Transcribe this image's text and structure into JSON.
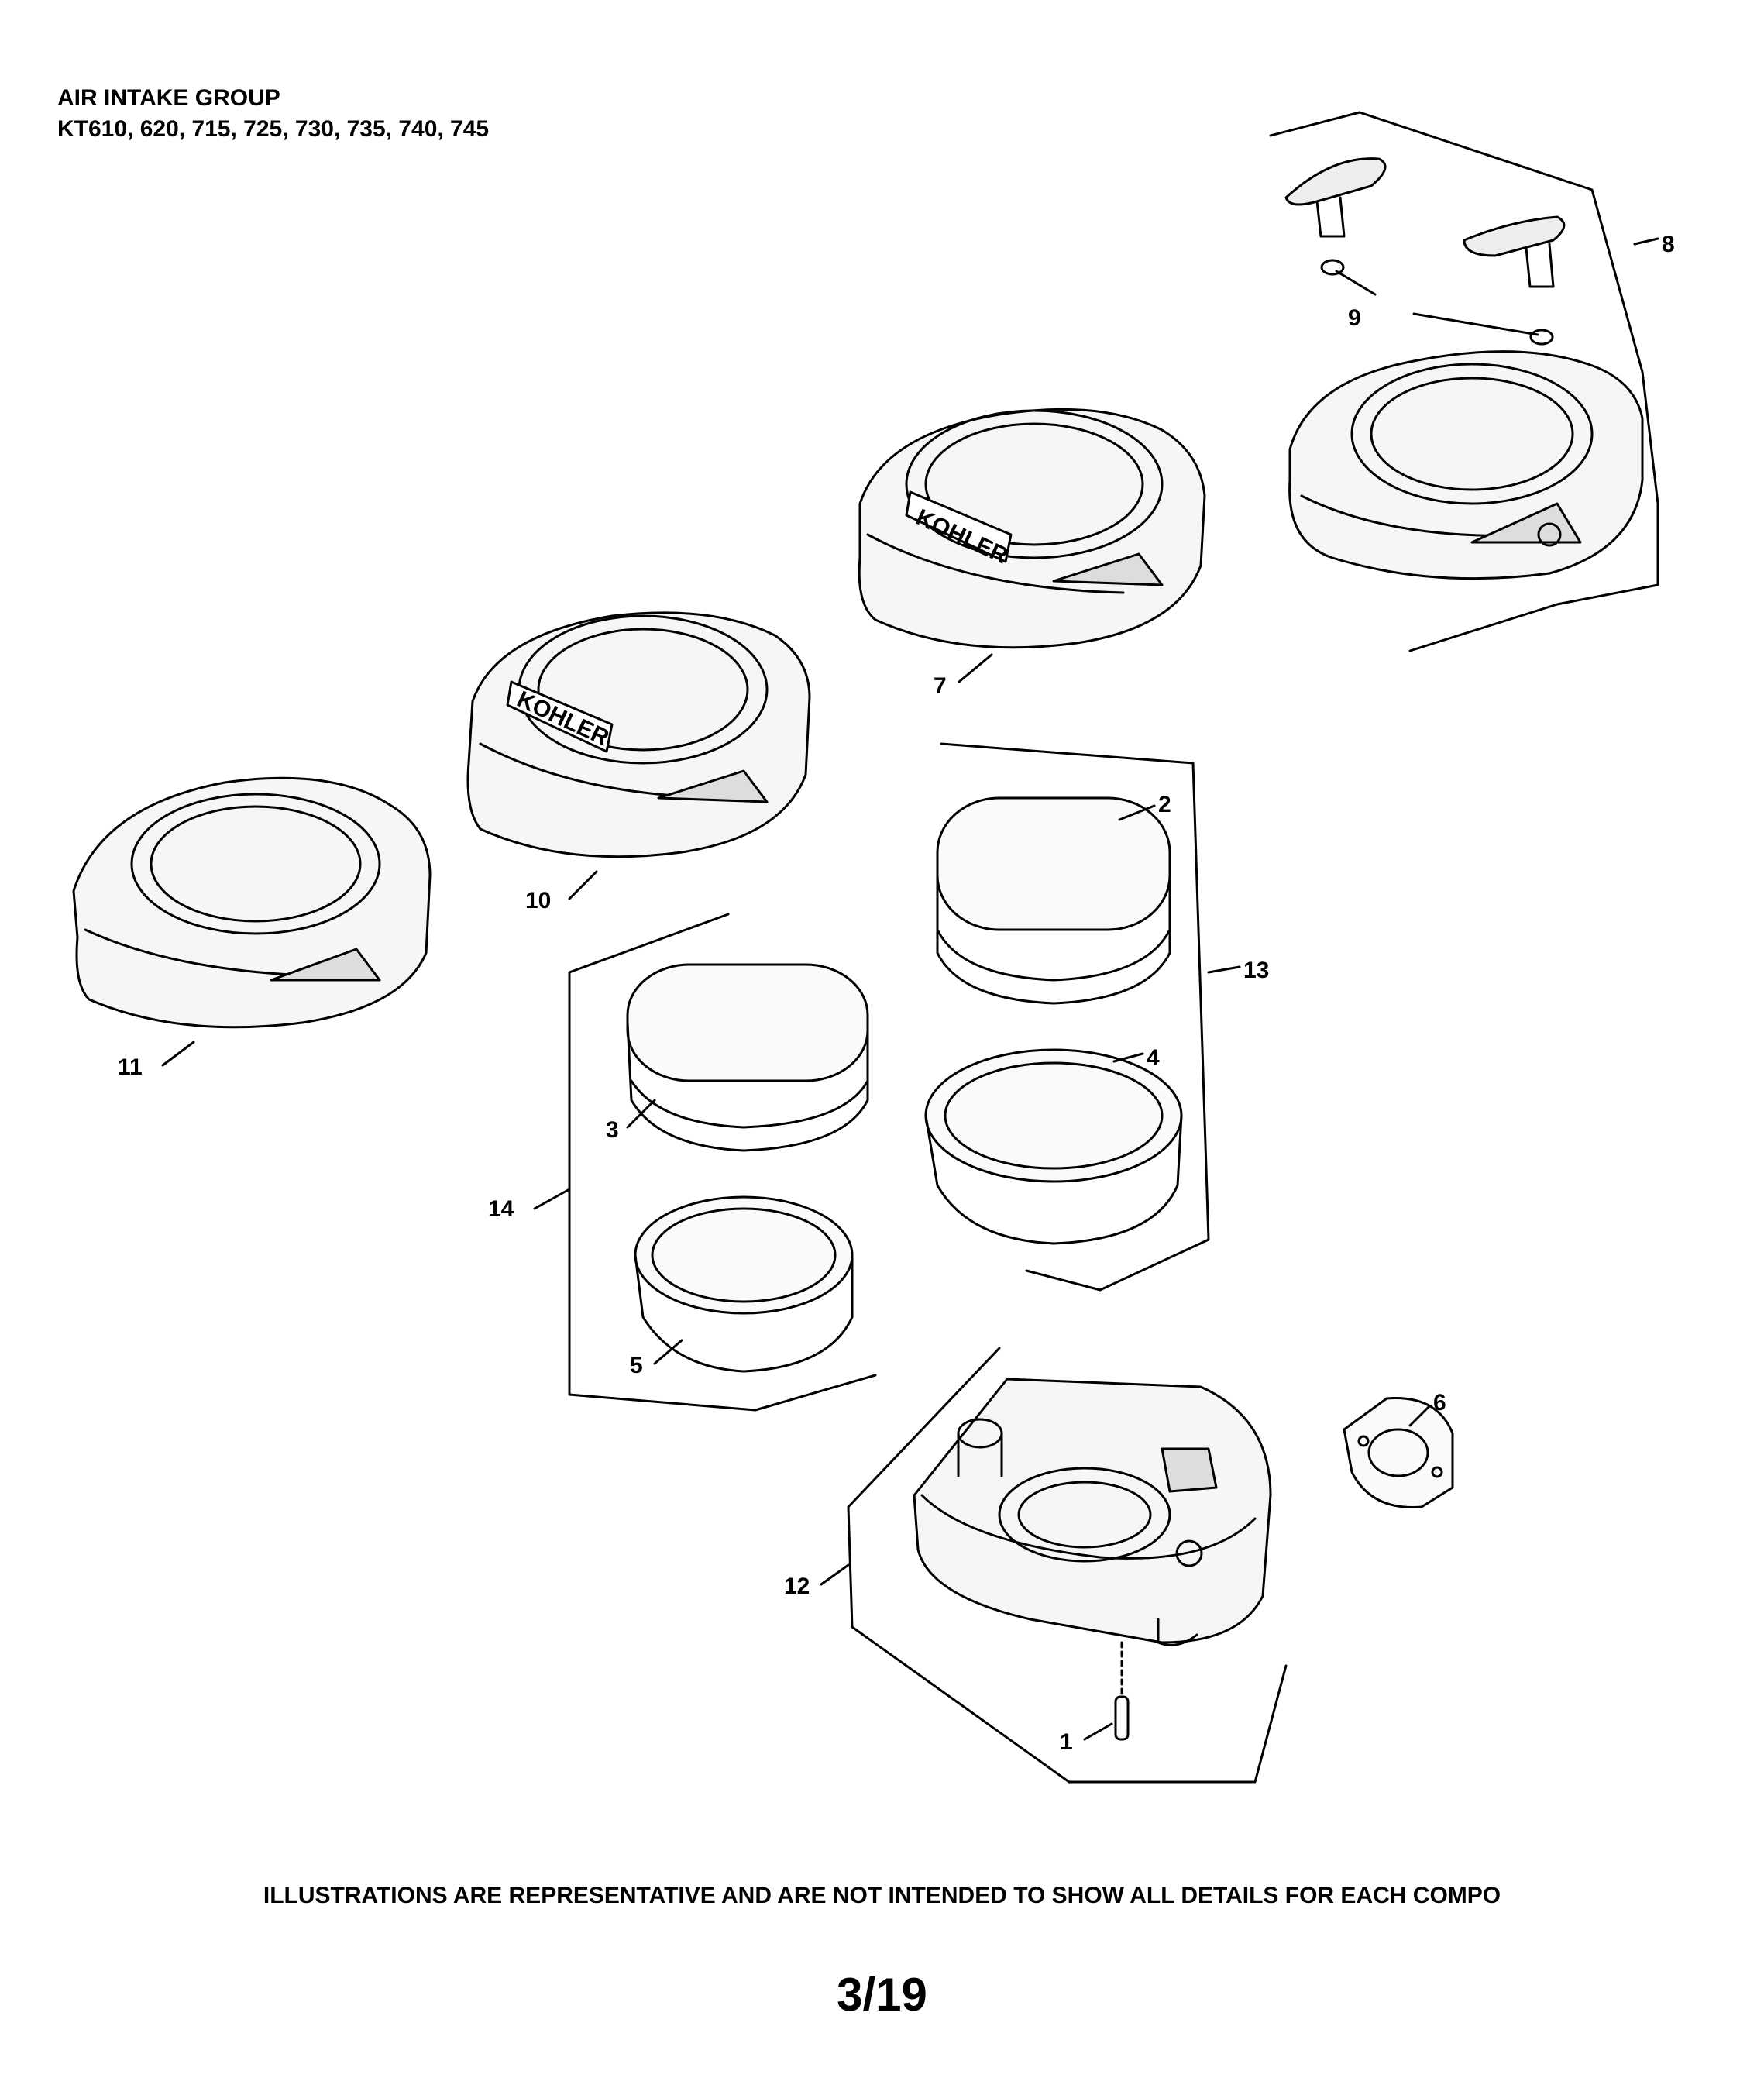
{
  "header": {
    "title": "AIR INTAKE GROUP",
    "models": "KT610, 620, 715, 725, 730, 735, 740, 745"
  },
  "callouts": [
    "1",
    "2",
    "3",
    "4",
    "5",
    "6",
    "7",
    "8",
    "9",
    "10",
    "11",
    "12",
    "13",
    "14"
  ],
  "logo_text": "KOHLER",
  "footer": {
    "disclaimer": "ILLUSTRATIONS ARE REPRESENTATIVE AND ARE NOT INTENDED TO SHOW ALL DETAILS FOR EACH COMPO",
    "page": "3/19"
  }
}
